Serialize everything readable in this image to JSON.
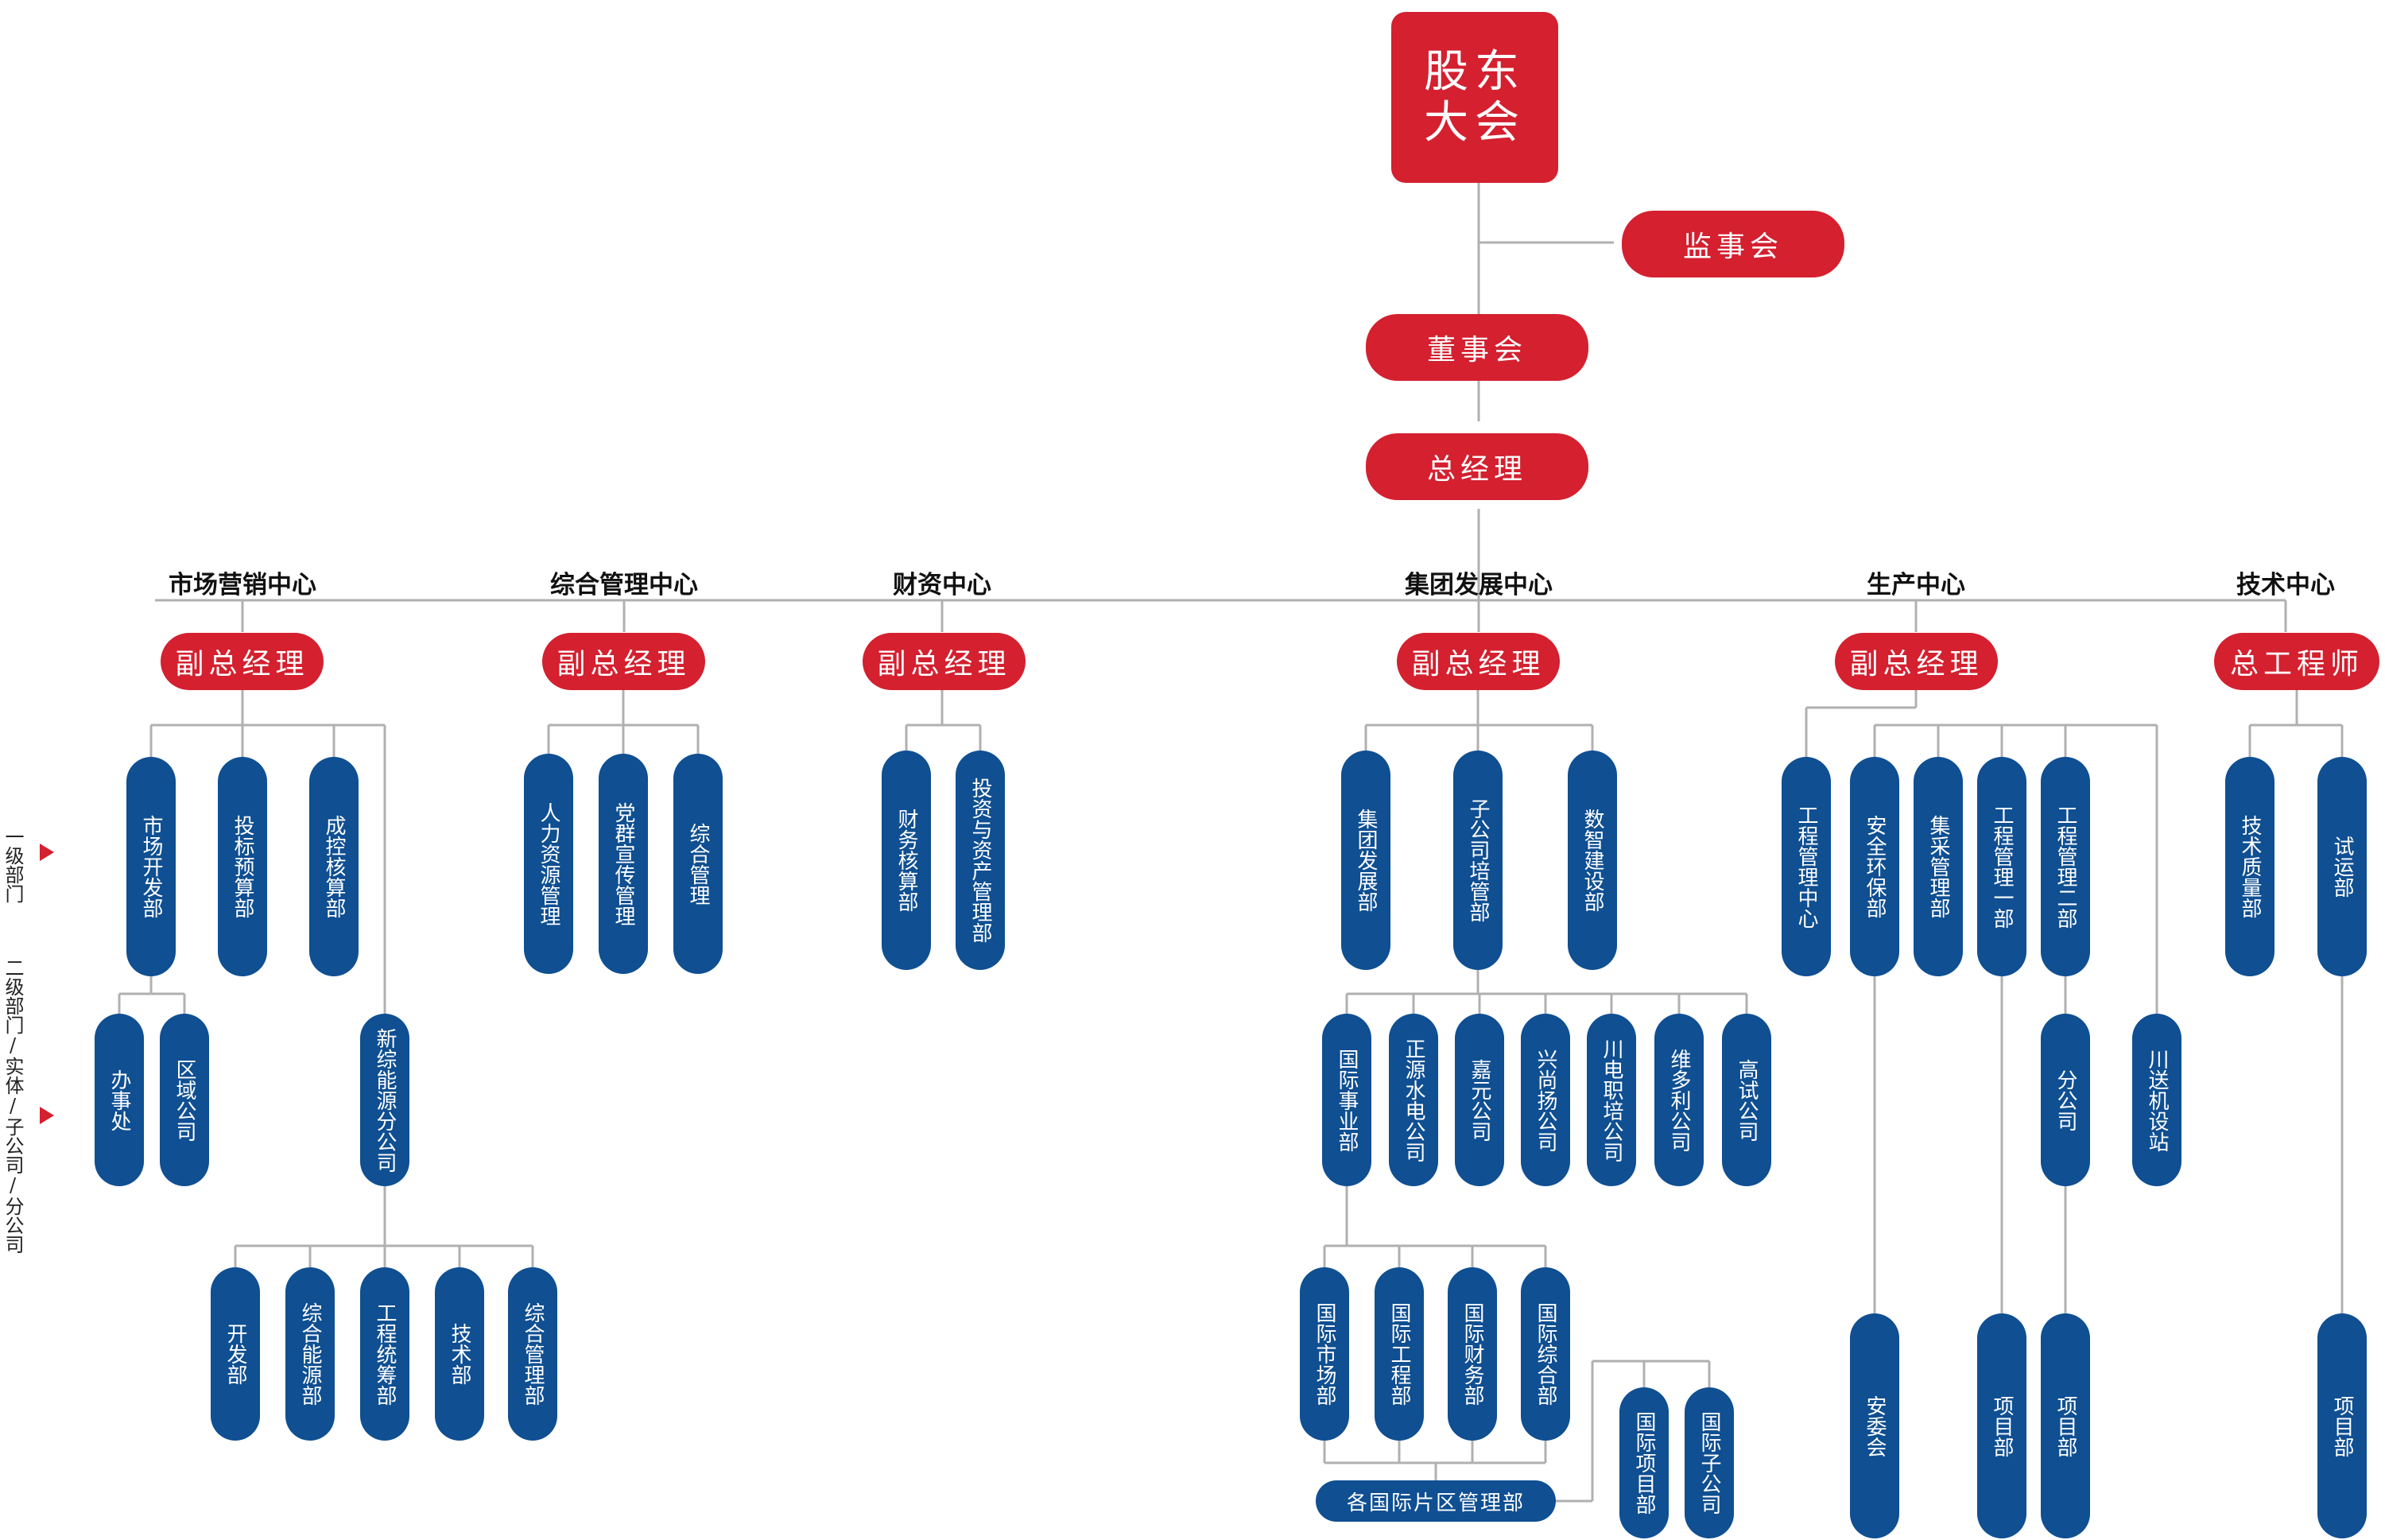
{
  "top": {
    "shareholders": "股东\n大会",
    "supervisory": "监事会",
    "board": "董事会",
    "gm": "总经理"
  },
  "side_labels": {
    "level1": "一级部门",
    "level2": "二级部门/实体/子公司/分公司"
  },
  "centers": {
    "marketing": {
      "name": "市场营销中心",
      "head": "副总经理"
    },
    "admin": {
      "name": "综合管理中心",
      "head": "副总经理"
    },
    "finance": {
      "name": "财资中心",
      "head": "副总经理"
    },
    "group": {
      "name": "集团发展中心",
      "head": "副总经理"
    },
    "production": {
      "name": "生产中心",
      "head": "副总经理"
    },
    "tech": {
      "name": "技术中心",
      "head": "总工程师"
    }
  },
  "units": {
    "m1": "市场开发部",
    "m2": "投标预算部",
    "m3": "成控核算部",
    "m4": "办事处",
    "m5": "区域公司",
    "m6": "新综能源分公司",
    "m7": "开发部",
    "m8": "综合能源部",
    "m9": "工程统筹部",
    "m10": "技术部",
    "m11": "综合管理部",
    "a1": "人力资源管理",
    "a2": "党群宣传管理",
    "a3": "综合管理",
    "f1": "财务核算部",
    "f2": "投资与资产管理部",
    "g1": "集团发展部",
    "g2": "子公司培管部",
    "g3": "数智建设部",
    "g4": "国际事业部",
    "g5": "正源水电公司",
    "g6": "嘉元公司",
    "g7": "兴尚扬公司",
    "g8": "川电职培公司",
    "g9": "维多利公司",
    "g10": "高试公司",
    "g11": "国际市场部",
    "g12": "国际工程部",
    "g13": "国际财务部",
    "g14": "国际综合部",
    "g15": "各国际片区管理部",
    "g16": "国际项目部",
    "g17": "国际子公司",
    "p1": "工程管理中心",
    "p2": "安全环保部",
    "p3": "集采管理部",
    "p4": "工程管理一部",
    "p5": "工程管理二部",
    "p6": "分公司",
    "p7": "川送机设站",
    "p8": "安委会",
    "p9": "项目部",
    "p10": "项目部",
    "t1": "技术质量部",
    "t2": "试运部",
    "t3": "项目部"
  },
  "colors": {
    "red": "#d4202f",
    "blue": "#0f4f92",
    "line": "#b0b0b0"
  }
}
